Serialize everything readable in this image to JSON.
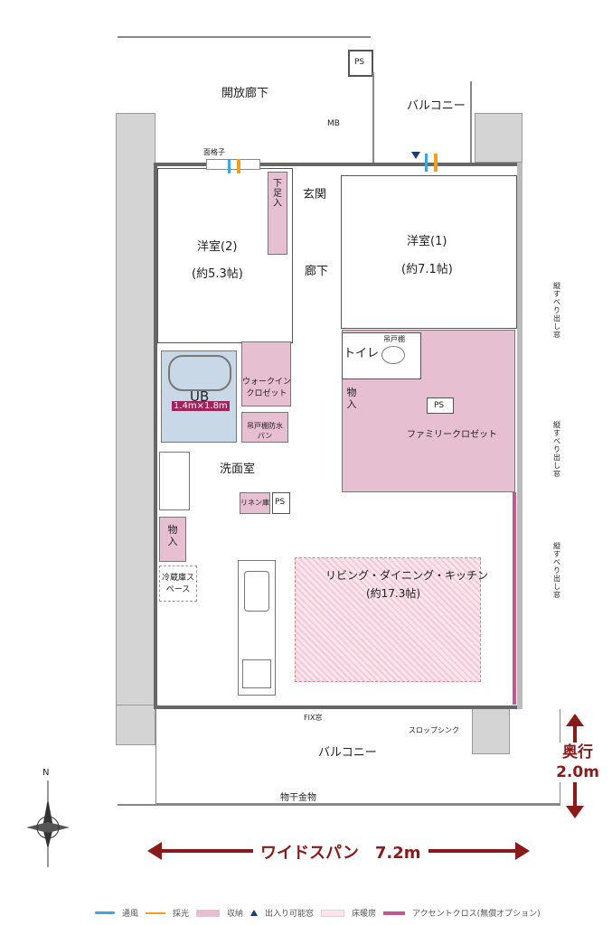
{
  "labels": {
    "corridor": "開放廊下",
    "ps_top": "PS",
    "mb": "MB",
    "balcony_top": "バルコニー",
    "lattice": "面格子",
    "room2": "洋室(2)",
    "room2_size": "(約5.3帖)",
    "room1": "洋室(1)",
    "room1_size": "(約7.1帖)",
    "entrance": "玄関",
    "hallway": "廊下",
    "shoe": "下足入",
    "toilet": "トイレ",
    "hanging_cab": "吊戸棚",
    "storage": "物入",
    "ps_fc": "PS",
    "family_closet": "ファミリークロゼット",
    "wic": "ウォークインクロゼット",
    "ub": "UB",
    "ub_size": "1.4m×1.8m",
    "hanging_pan": "吊戸棚防水パン",
    "washroom": "洗面室",
    "linen": "リネン庫",
    "ps_wash": "PS",
    "storage2": "物入",
    "fridge": "冷蔵庫スペース",
    "ldk": "リビング・ダイニング・キッチン",
    "ldk_size": "(約17.3帖)",
    "vertical_window": "縦すべり出し窓",
    "fix_window": "FIX窓",
    "slop_sink": "スロップシンク",
    "balcony_bottom": "バルコニー",
    "drying": "物干金物",
    "depth_label": "奥行",
    "depth_value": "2.0m",
    "span": "ワイドスパン　7.2m",
    "north": "N"
  },
  "legend": [
    {
      "icon": "wave-blue",
      "label": "通風"
    },
    {
      "icon": "line-orange",
      "label": "採光"
    },
    {
      "icon": "box-pink",
      "label": "収納"
    },
    {
      "icon": "triangle-navy",
      "label": "出入り可能窓"
    },
    {
      "icon": "box-lightpink",
      "label": "床暖房"
    },
    {
      "icon": "bar-magenta",
      "label": "アクセントクロス(無償オプション)"
    }
  ],
  "colors": {
    "storage": "#e6bfd0",
    "bath": "#c9d8e6",
    "arrow": "#8b1a1a",
    "accent": "#c0588f",
    "wall": "#d4d4d4"
  }
}
